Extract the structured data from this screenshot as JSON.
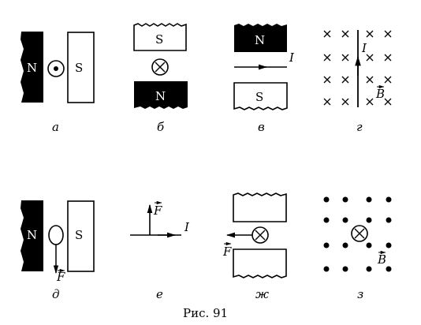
{
  "figure": {
    "caption": "Рис. 91",
    "panels": [
      {
        "id": "a",
        "label": "а",
        "poles": [
          "N",
          "S"
        ],
        "symbols": []
      },
      {
        "id": "b",
        "label": "б",
        "poles": [
          "S",
          "N"
        ],
        "symbols": []
      },
      {
        "id": "v",
        "label": "в",
        "poles": [
          "N",
          "S"
        ],
        "symbols": [
          "I"
        ]
      },
      {
        "id": "g",
        "label": "г",
        "poles": [],
        "symbols": [
          "I",
          "B"
        ]
      },
      {
        "id": "d",
        "label": "д",
        "poles": [
          "N",
          "S"
        ],
        "symbols": [
          "F"
        ]
      },
      {
        "id": "e",
        "label": "е",
        "poles": [],
        "symbols": [
          "F",
          "I"
        ]
      },
      {
        "id": "zh",
        "label": "ж",
        "poles": [],
        "symbols": [
          "F"
        ]
      },
      {
        "id": "z",
        "label": "з",
        "poles": [],
        "symbols": [
          "B"
        ]
      }
    ]
  }
}
